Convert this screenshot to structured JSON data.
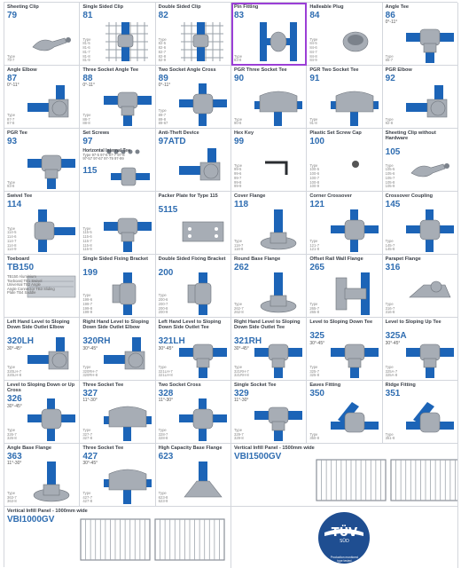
{
  "items": [
    {
      "name": "Sheeting Clip",
      "code": "79",
      "angle": "",
      "sizes": "Type\n79-7",
      "art": "clip"
    },
    {
      "name": "Single Sided Clip",
      "code": "81",
      "angle": "",
      "sizes": "Type\n81-5\n81-6\n81-7\n81-8\n81-9",
      "art": "mesh"
    },
    {
      "name": "Double Sided Clip",
      "code": "82",
      "angle": "",
      "sizes": "Type\n82-5\n82-6\n82-7\n82-8\n82-9",
      "art": "mesh"
    },
    {
      "name": "Pin Fitting",
      "code": "83",
      "angle": "",
      "sizes": "Type\n83-8",
      "art": "pin",
      "selected": true
    },
    {
      "name": "Halleable Plug",
      "code": "84",
      "angle": "",
      "sizes": "Type\n84-5\n84-6\n84-7\n84-8\n84-9",
      "art": "plug"
    },
    {
      "name": "Angle Tee",
      "code": "86",
      "angle": "0°-11°",
      "sizes": "Type\n86-7",
      "art": "tee"
    },
    {
      "name": "Angle Elbow",
      "code": "87",
      "angle": "0°-11°",
      "sizes": "Type\n87-7\n87-8",
      "art": "elbow"
    },
    {
      "name": "Three Socket Angle Tee",
      "code": "88",
      "angle": "0°-11°",
      "sizes": "Type\n88-7\n88-8",
      "art": "tee"
    },
    {
      "name": "Two Socket Angle Cross",
      "code": "89",
      "angle": "0°-11°",
      "sizes": "Type\n89-7\n89-8\n89-67",
      "art": "cross"
    },
    {
      "name": "PGR Three Socket Tee",
      "code": "90",
      "angle": "",
      "sizes": "Type\n90-8",
      "art": "pgr"
    },
    {
      "name": "PGR Two Socket Tee",
      "code": "91",
      "angle": "",
      "sizes": "Type\n91-8",
      "art": "pgr"
    },
    {
      "name": "PGR Elbow",
      "code": "92",
      "angle": "",
      "sizes": "Type\n92-8",
      "art": "elbow"
    },
    {
      "name": "PGR Tee",
      "code": "93",
      "angle": "",
      "sizes": "Type\n93-8",
      "art": "tee"
    },
    {
      "name": "Set Screws",
      "code": "97",
      "angle": "",
      "sizes": "",
      "art": "screws",
      "overlay": {
        "title": "Horizontal Internal Tee",
        "lines": [
          "Type  97-5 97-6 97-7 97-8",
          "97-57 97-67 97-79 97-99"
        ]
      },
      "code2": "115"
    },
    {
      "name": "Anti-Theft Device",
      "code": "97ATD",
      "angle": "",
      "sizes": "",
      "art": "elbow"
    },
    {
      "name": "Hex Key",
      "code": "99",
      "angle": "",
      "sizes": "Type\n99-5\n99-6\n99-7\n99-8\n99-9",
      "art": "key"
    },
    {
      "name": "Plastic Set Screw Cap",
      "code": "100",
      "angle": "",
      "sizes": "Type\n100-5\n100-6\n100-7\n100-8\n100-9",
      "art": "cap"
    },
    {
      "name": "Sheeting Clip without Hardware",
      "code": "105",
      "angle": "",
      "sizes": "Type\n105-5\n105-6\n105-7\n105-8\n105-9",
      "art": "clip",
      "codeRow": 3
    },
    {
      "name": "Swivel Tee",
      "code": "114",
      "angle": "",
      "sizes": "Type\n114-5\n114-6\n114-7\n114-8\n114-9",
      "art": "swivel"
    },
    {
      "name": "",
      "code": "",
      "angle": "",
      "sizes": "Type\n115-5\n115-6\n115-7\n115-8\n115-9",
      "art": "tee"
    },
    {
      "name": "Packer Plate for Type 115",
      "code": "5115",
      "angle": "",
      "sizes": "",
      "art": "plate",
      "codeRow": 2
    },
    {
      "name": "Cover Flange",
      "code": "118",
      "angle": "",
      "sizes": "Type\n118-7\n118-8",
      "art": "flange"
    },
    {
      "name": "Corner Crossover",
      "code": "121",
      "angle": "",
      "sizes": "Type\n121-7\n121-8",
      "art": "cross"
    },
    {
      "name": "Crossover Coupling",
      "code": "145",
      "angle": "",
      "sizes": "Type\n145-7\n145-8",
      "art": "cross"
    },
    {
      "name": "Toeboard",
      "code": "TB150",
      "angle": "",
      "sizes": "",
      "art": "toeboard",
      "overlay": {
        "title": "",
        "lines": [
          "TB150   Aluminium",
          "Toeboard  TB1 Swivel",
          "Universal  TB2 Angle",
          "Angle Connector  TB3 Sliding",
          "Plate  TB4 Saddle"
        ]
      }
    },
    {
      "name": "Single Sided Fixing Bracket",
      "code": "199",
      "angle": "",
      "sizes": "Type\n199-6\n199-7\n199-8\n199-9",
      "art": "bracket",
      "codeRow": 2
    },
    {
      "name": "Double Sided Fixing Bracket",
      "code": "200",
      "angle": "",
      "sizes": "Type\n200-6\n200-7\n200-8\n200-9",
      "art": "bracket",
      "codeRow": 2
    },
    {
      "name": "Round Base Flange",
      "code": "262",
      "angle": "",
      "sizes": "Type\n262-7\n262-8",
      "art": "flange"
    },
    {
      "name": "Offset Rail Wall Flange",
      "code": "265",
      "angle": "",
      "sizes": "Type\n265-7\n265-8",
      "art": "wall"
    },
    {
      "name": "Parapet Flange",
      "code": "316",
      "angle": "",
      "sizes": "Type\n316-7\n316-8",
      "art": "parapet"
    },
    {
      "name": "Left Hand Level to Sloping Down Side Outlet Elbow",
      "code": "320LH",
      "angle": "30°-45°",
      "sizes": "Type\n320LH-7\n320LH-8",
      "art": "elbow",
      "codeRow": 3
    },
    {
      "name": "Right Hand Level to Sloping Down Side Outlet Elbow",
      "code": "320RH",
      "angle": "30°-45°",
      "sizes": "Type\n320RH-7\n320RH-8",
      "art": "elbow",
      "codeRow": 3
    },
    {
      "name": "Left Hand Level to Sloping Down Side Outlet Tee",
      "code": "321LH",
      "angle": "30°-45°",
      "sizes": "Type\n321LH-7\n321LH-8",
      "art": "tee",
      "codeRow": 3
    },
    {
      "name": "Right Hand Level to Sloping Down Side Outlet Tee",
      "code": "321RH",
      "angle": "30°-45°",
      "sizes": "Type\n321RH-7\n321RH-8",
      "art": "tee",
      "codeRow": 3
    },
    {
      "name": "Level to Sloping Down Tee",
      "code": "325",
      "angle": "30°-45°",
      "sizes": "Type\n325-7\n325-8",
      "art": "tee",
      "codeRow": 2
    },
    {
      "name": "Level to Sloping Up Tee",
      "code": "325A",
      "angle": "30°-45°",
      "sizes": "Type\n325A-7\n325A-8",
      "art": "tee",
      "codeRow": 2
    },
    {
      "name": "Level to Sloping Down or Up Cross",
      "code": "326",
      "angle": "30°-45°",
      "sizes": "Type\n326-7\n326-8",
      "art": "cross",
      "codeRow": 2
    },
    {
      "name": "Three Socket Tee",
      "code": "327",
      "angle": "11°-30°",
      "sizes": "Type\n327-7\n327-8",
      "art": "pgr"
    },
    {
      "name": "Two Socket Cross",
      "code": "328",
      "angle": "11°-30°",
      "sizes": "Type\n328-7\n328-8",
      "art": "cross"
    },
    {
      "name": "Single Socket Tee",
      "code": "329",
      "angle": "11°-30°",
      "sizes": "Type\n329-7\n329-8",
      "art": "tee"
    },
    {
      "name": "Eaves Fitting",
      "code": "350",
      "angle": "",
      "sizes": "Type\n350-8",
      "art": "eaves"
    },
    {
      "name": "Ridge Fitting",
      "code": "351",
      "angle": "",
      "sizes": "Type\n351-8",
      "art": "eaves"
    },
    {
      "name": "Angle Base Flange",
      "code": "363",
      "angle": "11°-30°",
      "sizes": "Type\n363-7\n363-8",
      "art": "flange"
    },
    {
      "name": "Three Socket Tee",
      "code": "427",
      "angle": "30°-45°",
      "sizes": "Type\n427-7\n427-8",
      "art": "pgr"
    },
    {
      "name": "High Capacity Base Flange",
      "code": "623",
      "angle": "",
      "sizes": "Type\n623-8\n623-9",
      "art": "base"
    }
  ],
  "panel_a": {
    "name": "Vertical Infill Panel - 1500mm wide",
    "code": "VBI1500GV"
  },
  "panel_b": {
    "name": "Vertical Infill Panel - 1000mm wide",
    "code": "VBI1000GV"
  },
  "cert": {
    "main": "TÜV",
    "sub": "SÜD",
    "tag": "Production monitored\ntype tested"
  },
  "colors": {
    "pipe": "#1c64b7",
    "code": "#2f6db1",
    "fitting": "#a7adb5",
    "tuv": "#1f4e91",
    "selected": "#9b3fd6"
  }
}
